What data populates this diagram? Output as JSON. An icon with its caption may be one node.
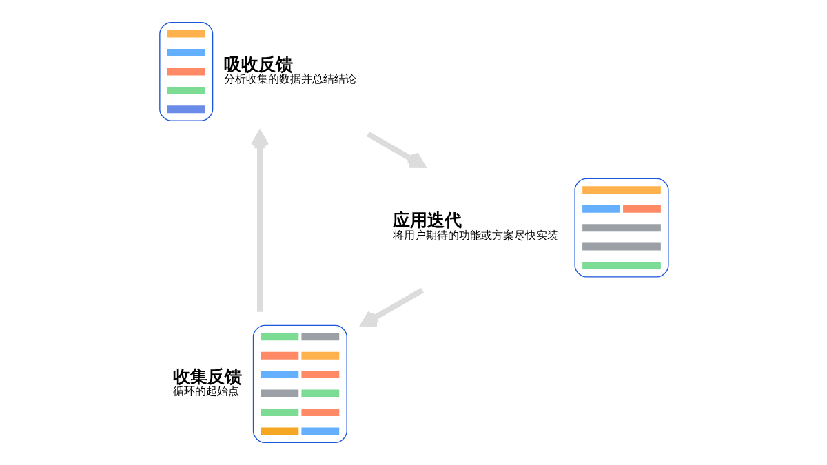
{
  "diagram": {
    "nodes": [
      {
        "text": [],
        "shape": "picture",
        "beside": [
          "收集反馈",
          "循环的起始点"
        ]
      },
      {
        "text": [],
        "shape": "picture",
        "beside": [
          "吸收反馈",
          "分析收集的数据并总结结论"
        ]
      },
      {
        "text": [],
        "shape": "picture",
        "beside": [
          "应用迭代",
          "将用户期待的功能或方案尽快实装"
        ]
      }
    ],
    "edges": [
      {
        "from": 0,
        "to": 1,
        "arrow": "to"
      },
      {
        "from": 1,
        "to": 2,
        "arrow": "to"
      },
      {
        "from": 2,
        "to": 0,
        "arrow": "to"
      }
    ]
  }
}
